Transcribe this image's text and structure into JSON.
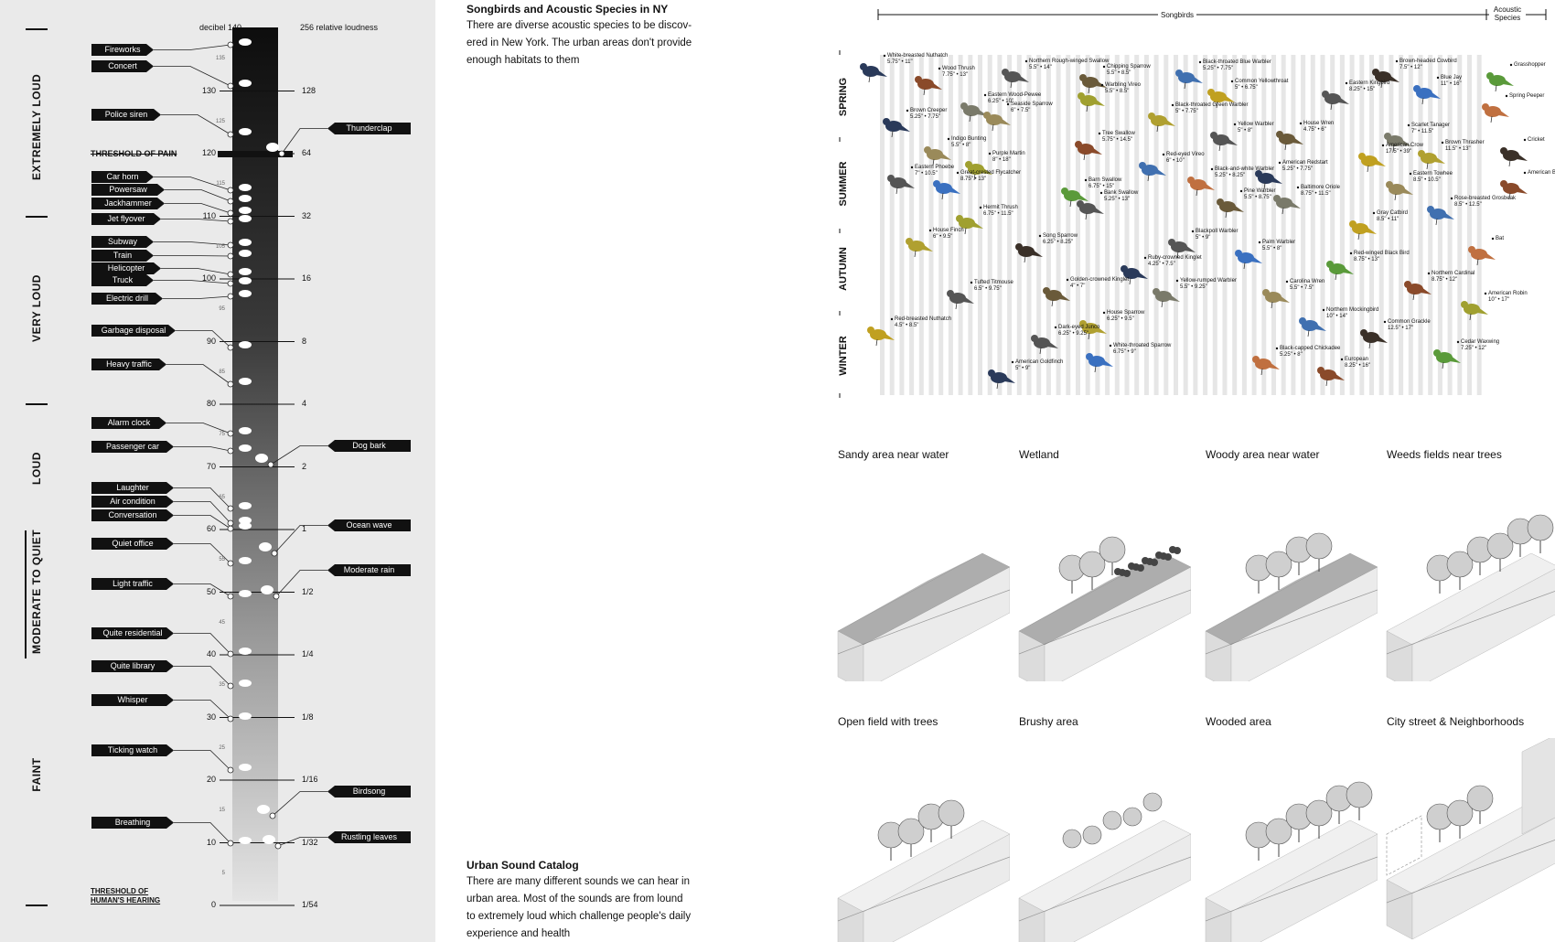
{
  "left_panel": {
    "scale_left_title": "decibel 140",
    "scale_right_title": "256 relative loudness",
    "threshold_pain": "THRESHOLD OF PAIN",
    "threshold_hearing": "THRESHOLD OF HUMAN'S HEARING",
    "categories": [
      "EXTREMELY LOUD",
      "VERY LOUD",
      "LOUD",
      "MODERATE TO QUIET",
      "FAINT"
    ],
    "decibel_ticks": [
      "130",
      "120",
      "110",
      "100",
      "90",
      "80",
      "70",
      "60",
      "50",
      "40",
      "30",
      "20",
      "10",
      "0"
    ],
    "minor_ticks": [
      "135",
      "125",
      "115",
      "105",
      "95",
      "85",
      "75",
      "65",
      "55",
      "45",
      "35",
      "25",
      "15",
      "5"
    ],
    "loudness_ticks": [
      "128",
      "64",
      "32",
      "16",
      "8",
      "4",
      "2",
      "1",
      "1/2",
      "1/4",
      "1/8",
      "1/16",
      "1/32",
      "1/54"
    ],
    "left_sounds": [
      "Fireworks",
      "Concert",
      "Police siren",
      "Car horn",
      "Powersaw",
      "Jackhammer",
      "Jet flyover",
      "Subway",
      "Train",
      "Helicopter",
      "Truck",
      "Electric drill",
      "Garbage disposal",
      "Heavy traffic",
      "Alarm clock",
      "Passenger car",
      "Laughter",
      "Air condition",
      "Conversation",
      "Quiet office",
      "Light traffic",
      "Quite residential",
      "Quite library",
      "Whisper",
      "Ticking watch",
      "Breathing"
    ],
    "right_sounds": [
      "Thunderclap",
      "Dog bark",
      "Ocean wave",
      "Moderate rain",
      "Birdsong",
      "Rustling leaves"
    ]
  },
  "songbirds_section": {
    "title": "Songbirds and Acoustic Species in NY",
    "text": "There are diverse acoustic species to be discovered in New York. The urban areas don't provide enough habitats to them",
    "line1": "There are diverse acoustic species to be discov-",
    "line2": "ered in New York. The urban areas don't provide",
    "line3": "enough habitats to them"
  },
  "catalog_section": {
    "title": "Urban Sound Catalog",
    "line1": "There are many different sounds we can hear in",
    "line2": "urban area. Most of the sounds are from lound",
    "line3": "to extremely loud which challenge people's daily",
    "line4": "experience and health"
  },
  "bird_chart": {
    "songbirds_label": "Songbirds",
    "acoustic_label": "Acoustic Species",
    "seasons": [
      "SPRING",
      "SUMMER",
      "AUTUMN",
      "WINTER"
    ],
    "birds": [
      {
        "name": "White-breasted Nuthatch",
        "size": "5.75\" • 11\""
      },
      {
        "name": "Wood Thrush",
        "size": "7.75\" • 13\""
      },
      {
        "name": "Northern Rough-winged Swallow",
        "size": "5.5\" • 14\""
      },
      {
        "name": "Chipping Sparrow",
        "size": "5.5\" • 8.5\""
      },
      {
        "name": "Eastern Wood-Pewee",
        "size": "6.25\" • 10\""
      },
      {
        "name": "Seaside Sparrow",
        "size": "6\" • 7.5\""
      },
      {
        "name": "Warbling Vireo",
        "size": "5.5\" • 8.5\""
      },
      {
        "name": "Black-throated Blue Warbler",
        "size": "5.25\" • 7.75\""
      },
      {
        "name": "Common Yellowthroat",
        "size": "5\" • 6.75\""
      },
      {
        "name": "Black-throated Green Warbler",
        "size": "5\" • 7.75\""
      },
      {
        "name": "Brown-headed Cowbird",
        "size": "7.5\" • 12\""
      },
      {
        "name": "Eastern Kingbird",
        "size": "8.25\" • 15\""
      },
      {
        "name": "Blue Jay",
        "size": "11\" • 16\""
      },
      {
        "name": "Grasshopper",
        "size": ""
      },
      {
        "name": "Spring Peeper",
        "size": ""
      },
      {
        "name": "Brown Creeper",
        "size": "5.25\" • 7.75\""
      },
      {
        "name": "Tree Swallow",
        "size": "5.75\" • 14.5\""
      },
      {
        "name": "Yellow Warbler",
        "size": "5\" • 8\""
      },
      {
        "name": "House Wren",
        "size": "4.75\" • 6\""
      },
      {
        "name": "Scarlet Tanager",
        "size": "7\" • 11.5\""
      },
      {
        "name": "Indigo Bunting",
        "size": "5.5\" • 8\""
      },
      {
        "name": "Purple Martin",
        "size": "8\" • 18\""
      },
      {
        "name": "Red-eyed Vireo",
        "size": "6\" • 10\""
      },
      {
        "name": "American Crow",
        "size": "17.5\" • 39\""
      },
      {
        "name": "Brown Thrasher",
        "size": "11.5\" • 13\""
      },
      {
        "name": "Cricket",
        "size": ""
      },
      {
        "name": "Eastern Phoebe",
        "size": "7\" • 10.5\""
      },
      {
        "name": "Great-crested Flycatcher",
        "size": "8.75\" • 13\""
      },
      {
        "name": "Barn Swallow",
        "size": "6.75\" • 15\""
      },
      {
        "name": "Black-and-white Warbler",
        "size": "5.25\" • 8.25\""
      },
      {
        "name": "American Redstart",
        "size": "5.25\" • 7.75\""
      },
      {
        "name": "American Bullfrog",
        "size": ""
      },
      {
        "name": "Bank Swallow",
        "size": "5.25\" • 13\""
      },
      {
        "name": "Pine Warbler",
        "size": "5.5\" • 8.75\""
      },
      {
        "name": "Baltimore Oriole",
        "size": "8.75\" • 11.5\""
      },
      {
        "name": "Eastern Towhee",
        "size": "8.5\" • 10.5\""
      },
      {
        "name": "Hermit Thrush",
        "size": "6.75\" • 11.5\""
      },
      {
        "name": "Rose-breasted Grosbeak",
        "size": "8.5\" • 12.5\""
      },
      {
        "name": "Gray Catbird",
        "size": "8.5\" • 11\""
      },
      {
        "name": "House Finch",
        "size": "6\" • 9.5\""
      },
      {
        "name": "Song Sparrow",
        "size": "6.25\" • 8.25\""
      },
      {
        "name": "Blackpoll Warbler",
        "size": "5\" • 9\""
      },
      {
        "name": "Palm Warbler",
        "size": "5.5\" • 8\""
      },
      {
        "name": "Red-winged Black Bird",
        "size": "8.75\" • 13\""
      },
      {
        "name": "Bat",
        "size": ""
      },
      {
        "name": "Ruby-crowned Kinglet",
        "size": "4.25\" • 7.5\""
      },
      {
        "name": "Northern Cardinal",
        "size": "8.75\" • 12\""
      },
      {
        "name": "Tufted Titmouse",
        "size": "6.5\" • 9.75\""
      },
      {
        "name": "Golden-crowned Kinglet",
        "size": "4\" • 7\""
      },
      {
        "name": "Yellow-rumped Warbler",
        "size": "5.5\" • 9.25\""
      },
      {
        "name": "Carolina Wren",
        "size": "5.5\" • 7.5\""
      },
      {
        "name": "American Robin",
        "size": "10\" • 17\""
      },
      {
        "name": "Northern Mockingbird",
        "size": "10\" • 14\""
      },
      {
        "name": "Red-breasted Nuthatch",
        "size": "4.5\" • 8.5\""
      },
      {
        "name": "House Sparrow",
        "size": "6.25\" • 9.5\""
      },
      {
        "name": "Common Grackle",
        "size": "12.5\" • 17\""
      },
      {
        "name": "Dark-eyed Junco",
        "size": "6.25\" • 9.25\""
      },
      {
        "name": "White-throated Sparrow",
        "size": "6.75\" • 9\""
      },
      {
        "name": "Cedar Waxwing",
        "size": "7.25\" • 12\""
      },
      {
        "name": "Black-capped Chickadee",
        "size": "5.25\" • 8\""
      },
      {
        "name": "American Goldfinch",
        "size": "5\" • 9\""
      },
      {
        "name": "European",
        "size": "8.25\" • 16\""
      }
    ]
  },
  "habitats": [
    "Sandy area near water",
    "Wetland",
    "Woody area near water",
    "Weeds fields near trees",
    "Open field with trees",
    "Brushy area",
    "Wooded area",
    "City street & Neighborhoods"
  ],
  "colors": {
    "panel_bg": "#eaeaea",
    "tag_bg": "#111111",
    "bar_top": "#111111",
    "bar_bottom": "#e4e4e4"
  }
}
